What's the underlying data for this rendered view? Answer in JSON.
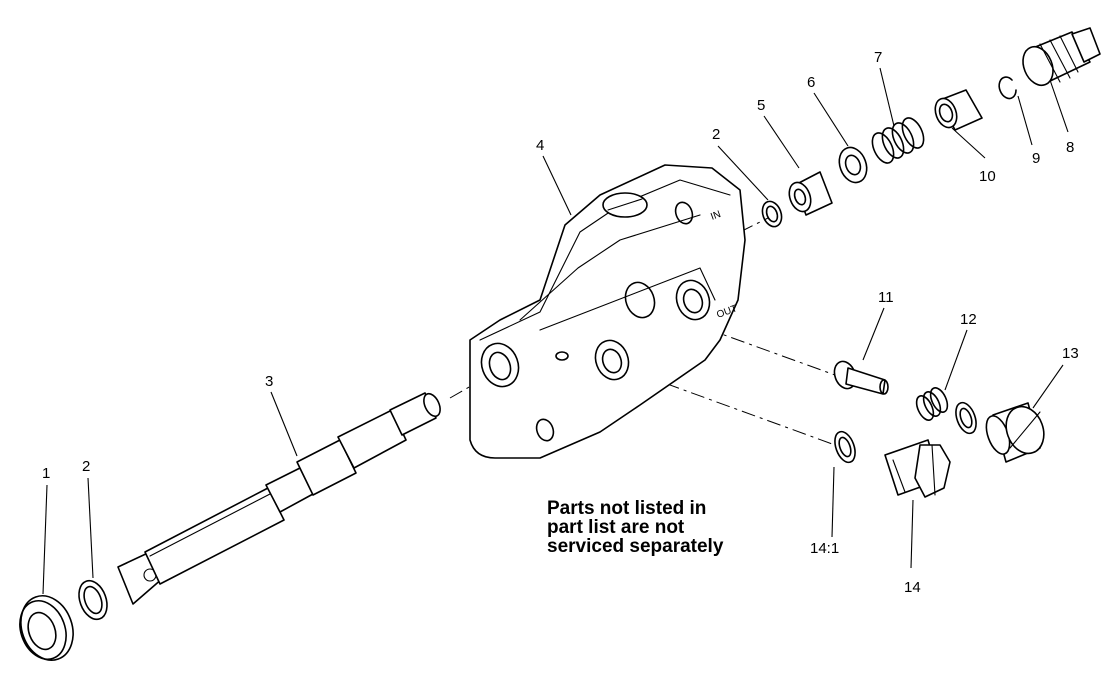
{
  "note": {
    "line1": "Parts not listed in",
    "line2": "part list are not",
    "line3": "serviced separately"
  },
  "casting_marks": {
    "in": "IN",
    "out": "OUT"
  },
  "callouts": {
    "c1": "1",
    "c2a": "2",
    "c2b": "2",
    "c3": "3",
    "c4": "4",
    "c5": "5",
    "c6": "6",
    "c7": "7",
    "c8": "8",
    "c9": "9",
    "c10": "10",
    "c11": "11",
    "c12": "12",
    "c13": "13",
    "c14": "14",
    "c14_1": "14:1"
  }
}
